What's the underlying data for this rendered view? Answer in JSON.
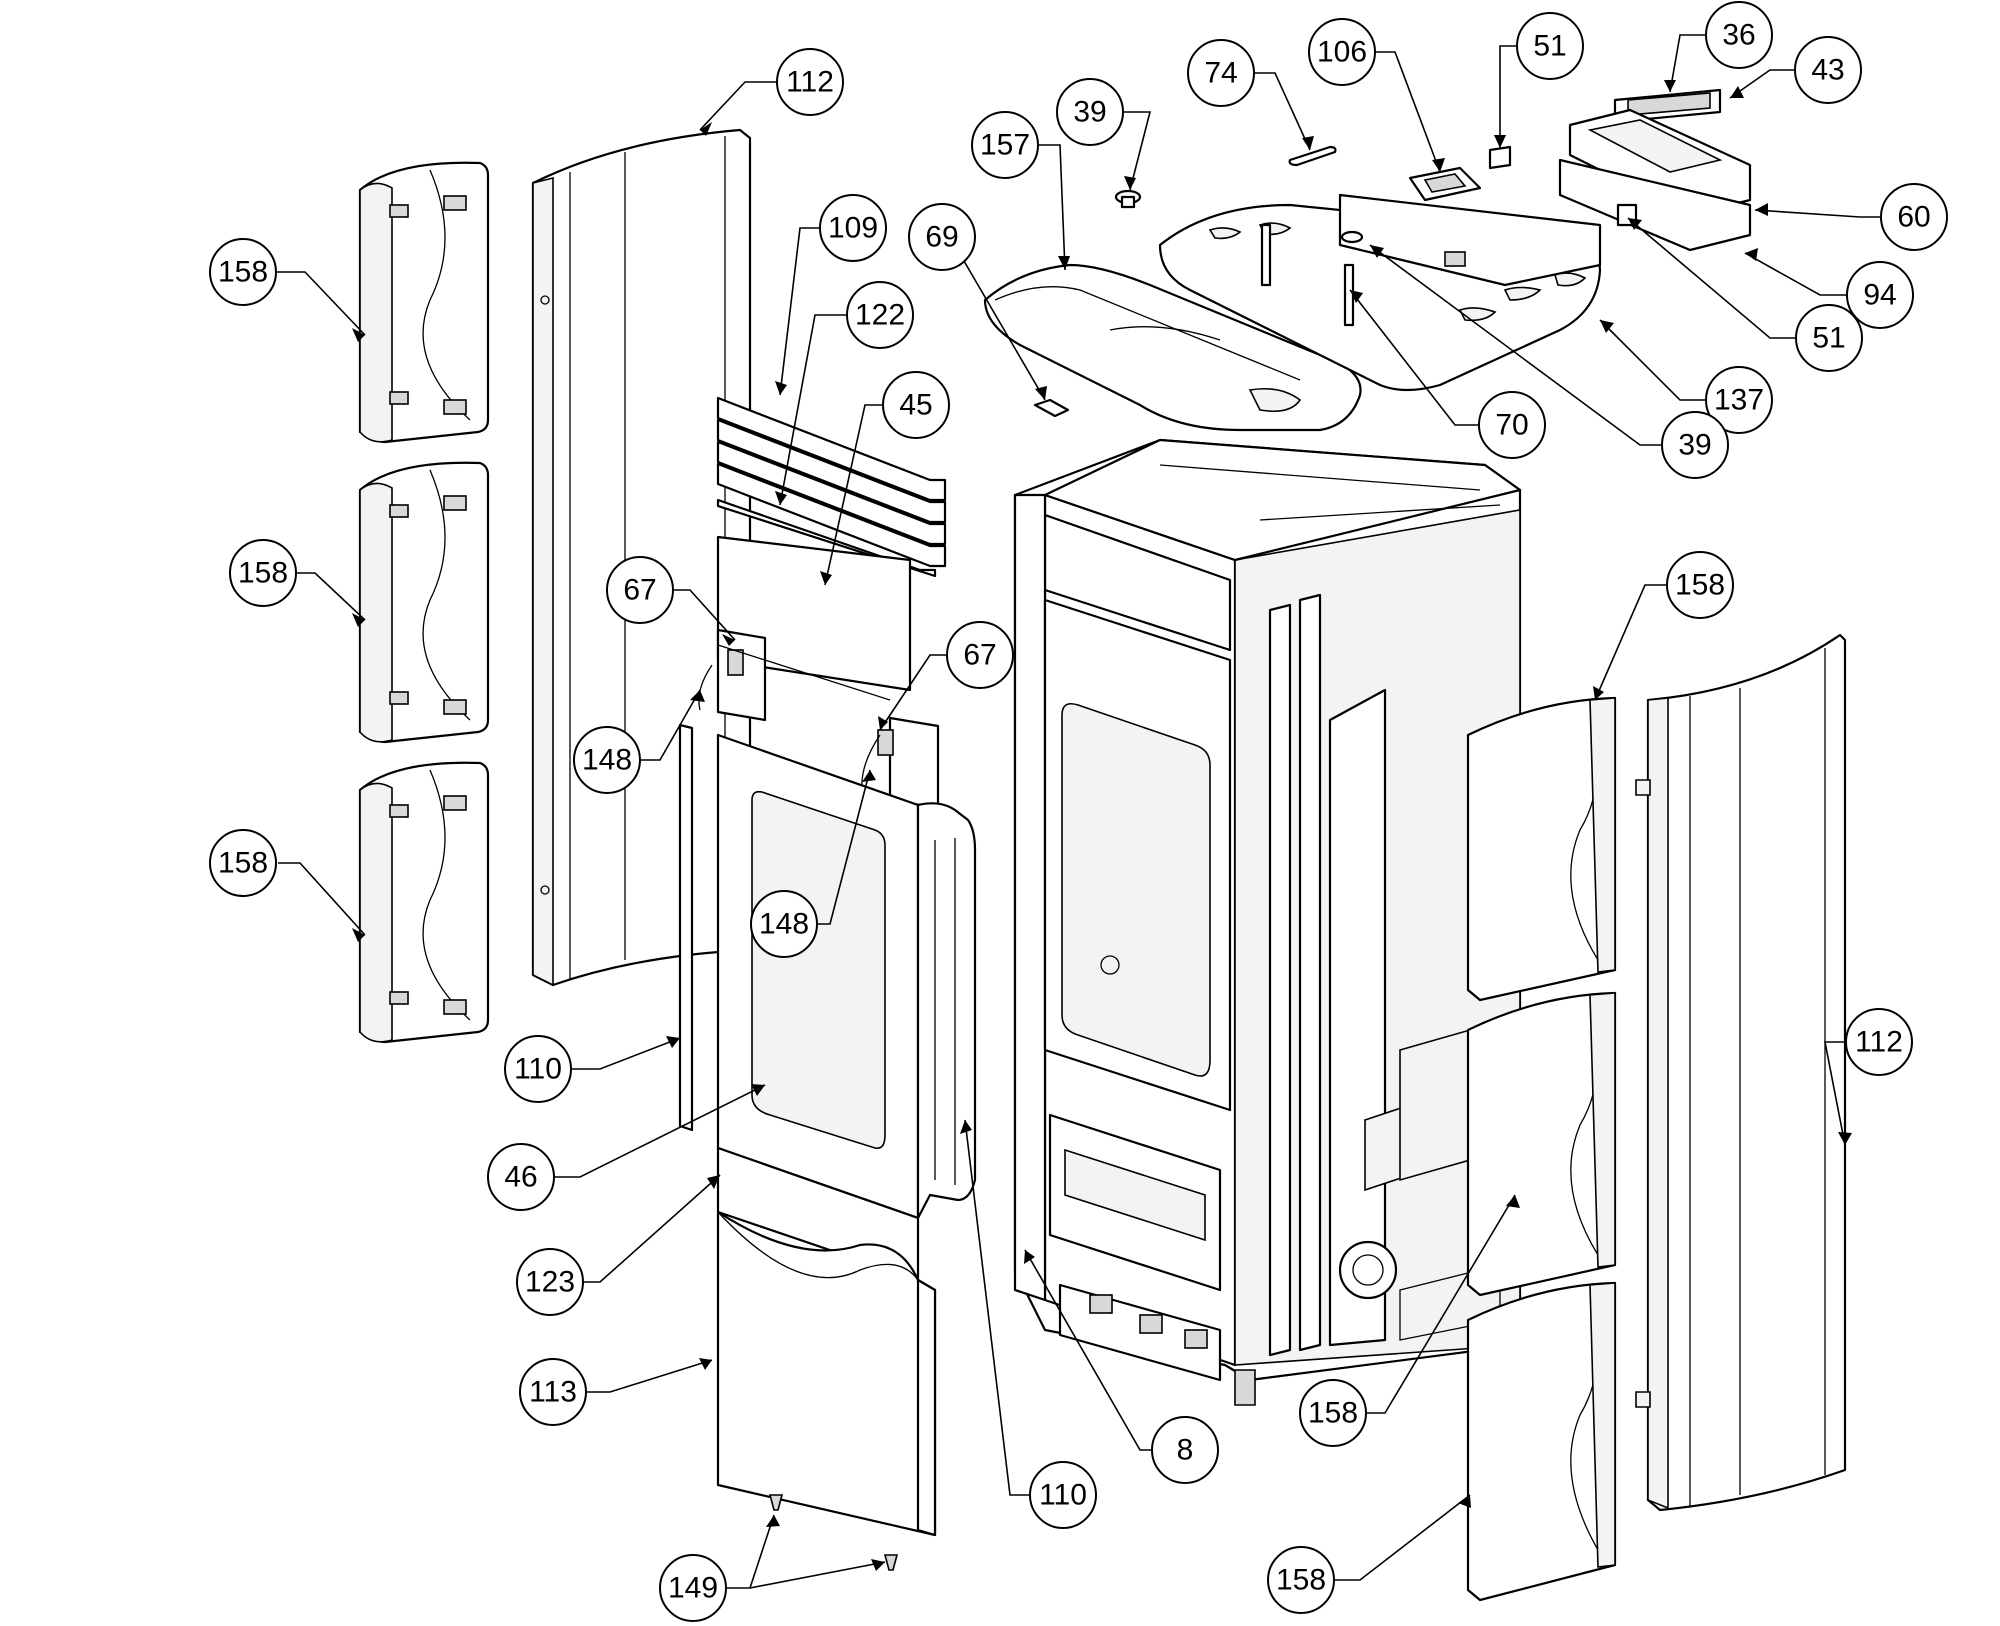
{
  "callouts": [
    {
      "id": "c112a",
      "label": "112"
    },
    {
      "id": "c158a",
      "label": "158"
    },
    {
      "id": "c158b",
      "label": "158"
    },
    {
      "id": "c158c",
      "label": "158"
    },
    {
      "id": "c109",
      "label": "109"
    },
    {
      "id": "c122",
      "label": "122"
    },
    {
      "id": "c45",
      "label": "45"
    },
    {
      "id": "c67a",
      "label": "67"
    },
    {
      "id": "c67b",
      "label": "67"
    },
    {
      "id": "c148a",
      "label": "148"
    },
    {
      "id": "c148b",
      "label": "148"
    },
    {
      "id": "c110a",
      "label": "110"
    },
    {
      "id": "c46",
      "label": "46"
    },
    {
      "id": "c123",
      "label": "123"
    },
    {
      "id": "c113",
      "label": "113"
    },
    {
      "id": "c149",
      "label": "149"
    },
    {
      "id": "c110b",
      "label": "110"
    },
    {
      "id": "c8",
      "label": "8"
    },
    {
      "id": "c157",
      "label": "157"
    },
    {
      "id": "c69",
      "label": "69"
    },
    {
      "id": "c39a",
      "label": "39"
    },
    {
      "id": "c74",
      "label": "74"
    },
    {
      "id": "c106",
      "label": "106"
    },
    {
      "id": "c51a",
      "label": "51"
    },
    {
      "id": "c36",
      "label": "36"
    },
    {
      "id": "c43",
      "label": "43"
    },
    {
      "id": "c60",
      "label": "60"
    },
    {
      "id": "c94",
      "label": "94"
    },
    {
      "id": "c51b",
      "label": "51"
    },
    {
      "id": "c137",
      "label": "137"
    },
    {
      "id": "c39b",
      "label": "39"
    },
    {
      "id": "c70",
      "label": "70"
    },
    {
      "id": "c158d",
      "label": "158"
    },
    {
      "id": "c112b",
      "label": "112"
    },
    {
      "id": "c158e",
      "label": "158"
    },
    {
      "id": "c158f",
      "label": "158"
    }
  ]
}
